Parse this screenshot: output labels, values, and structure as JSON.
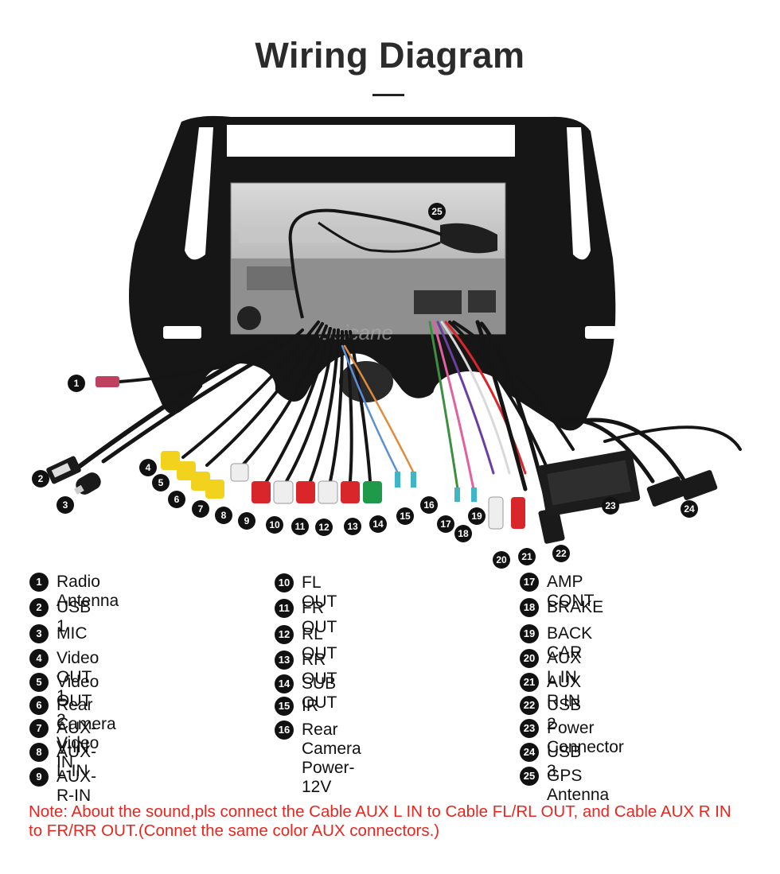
{
  "title": "Wiring Diagram",
  "watermark": "Seicane",
  "callout_numbers": [
    "1",
    "2",
    "3",
    "4",
    "5",
    "6",
    "7",
    "8",
    "9",
    "10",
    "11",
    "12",
    "13",
    "14",
    "15",
    "16",
    "17",
    "18",
    "19",
    "20",
    "21",
    "22",
    "23",
    "24",
    "25"
  ],
  "legend": {
    "columns": [
      [
        {
          "num": "1",
          "label": "Radio Antenna"
        },
        {
          "num": "2",
          "label": "USB 1"
        },
        {
          "num": "3",
          "label": "MIC"
        },
        {
          "num": "4",
          "label": "Video OUT 1"
        },
        {
          "num": "5",
          "label": "Video OUT 2"
        },
        {
          "num": "6",
          "label": "Rear Camera Video IN"
        },
        {
          "num": "7",
          "label": "AUX-V-IN"
        },
        {
          "num": "8",
          "label": "AUX-L-IN"
        },
        {
          "num": "9",
          "label": "AUX-R-IN"
        }
      ],
      [
        {
          "num": "10",
          "label": "FL OUT"
        },
        {
          "num": "11",
          "label": "FR OUT"
        },
        {
          "num": "12",
          "label": "RL OUT"
        },
        {
          "num": "13",
          "label": "RR OUT"
        },
        {
          "num": "14",
          "label": "SUB OUT"
        },
        {
          "num": "15",
          "label": "IR"
        },
        {
          "num": "16",
          "label": "Rear Camera\nPower-12V"
        }
      ],
      [
        {
          "num": "17",
          "label": "AMP CONT"
        },
        {
          "num": "18",
          "label": "BRAKE"
        },
        {
          "num": "19",
          "label": "BACK CAR"
        },
        {
          "num": "20",
          "label": "AUX L IN"
        },
        {
          "num": "21",
          "label": "AUX R IN"
        },
        {
          "num": "22",
          "label": "USB 2"
        },
        {
          "num": "23",
          "label": "Power Connector"
        },
        {
          "num": "24",
          "label": "USB 3"
        },
        {
          "num": "25",
          "label": "GPS Antenna"
        }
      ]
    ]
  },
  "note": "Note: About the sound,pls connect the Cable AUX L IN to Cable FL/RL OUT, and Cable AUX R IN to  FR/RR OUT.(Connet the same color AUX connectors.)",
  "colors": {
    "note": "#e8261f",
    "frame": "#161616",
    "rca_yellow": "#f2d21c",
    "rca_red": "#d9262a",
    "rca_white": "#eeeeee",
    "rca_green": "#1f9a4a"
  }
}
